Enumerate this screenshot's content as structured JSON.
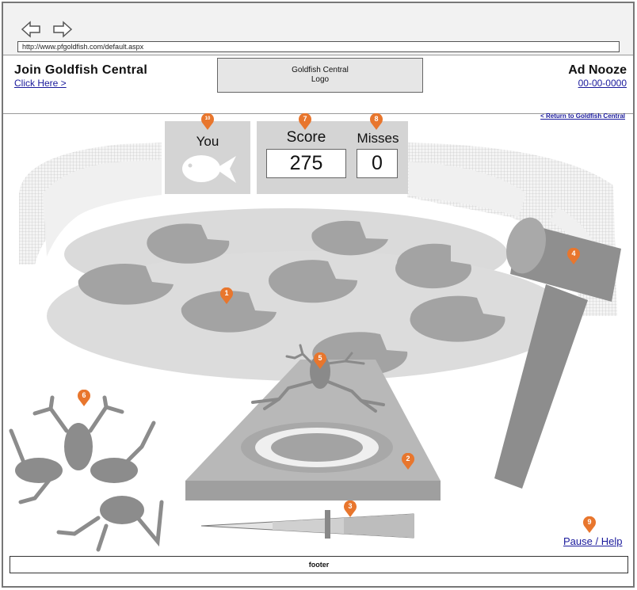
{
  "browser": {
    "url": "http://www.pfgoldfish.com/default.aspx"
  },
  "header": {
    "join_title": "Join Goldfish Central",
    "join_link": "Click Here >",
    "logo_line1": "Goldfish Central",
    "logo_line2": "Logo",
    "ad_title": "Ad Nooze",
    "ad_phone": "00-00-0000"
  },
  "nav": {
    "return_link": "< Return to Goldfish Central"
  },
  "scoreboard": {
    "you_label": "You",
    "score_label": "Score",
    "score_value": "275",
    "misses_label": "Misses",
    "misses_value": "0"
  },
  "markers": [
    "1",
    "2",
    "3",
    "4",
    "5",
    "6",
    "7",
    "8",
    "9",
    "10"
  ],
  "controls": {
    "pause_help": "Pause / Help"
  },
  "footer": {
    "text": "footer"
  },
  "colors": {
    "marker": "#e8762d",
    "link": "#1a1a9c",
    "panel": "#d4d4d4",
    "lily_pad": "#a3a3a3",
    "pond": "#dcdcdc"
  }
}
